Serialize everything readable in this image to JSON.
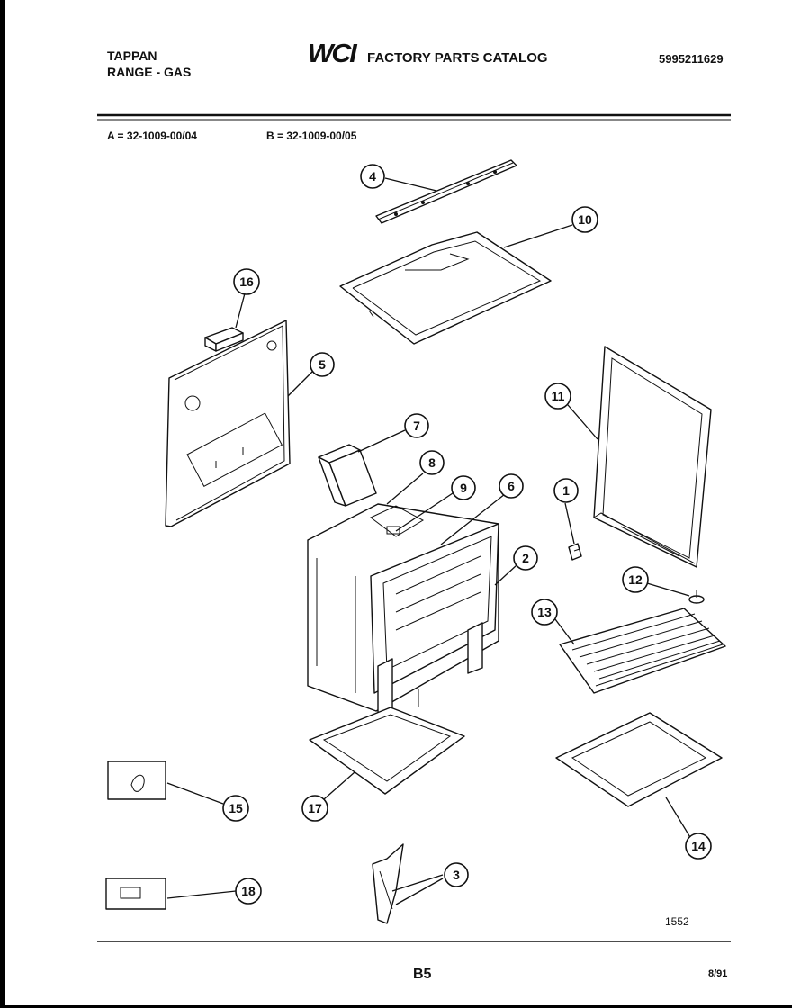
{
  "header": {
    "brand_line1": "TAPPAN",
    "brand_line2": "RANGE - GAS",
    "logo": "WCI",
    "catalog_title": "FACTORY PARTS CATALOG",
    "catalog_number": "5995211629"
  },
  "models": {
    "a": "A = 32-1009-00/04",
    "b": "B = 32-1009-00/05"
  },
  "callouts": {
    "c1": "1",
    "c2": "2",
    "c3": "3",
    "c4": "4",
    "c5": "5",
    "c6": "6",
    "c7": "7",
    "c8": "8",
    "c9": "9",
    "c10": "10",
    "c11": "11",
    "c12": "12",
    "c13": "13",
    "c14": "14",
    "c15": "15",
    "c16": "16",
    "c17": "17",
    "c18": "18"
  },
  "footer": {
    "drawing_number": "1552",
    "page_code": "B5",
    "date": "8/91"
  },
  "colors": {
    "ink": "#111111",
    "paper": "#ffffff",
    "border": "#000000"
  }
}
